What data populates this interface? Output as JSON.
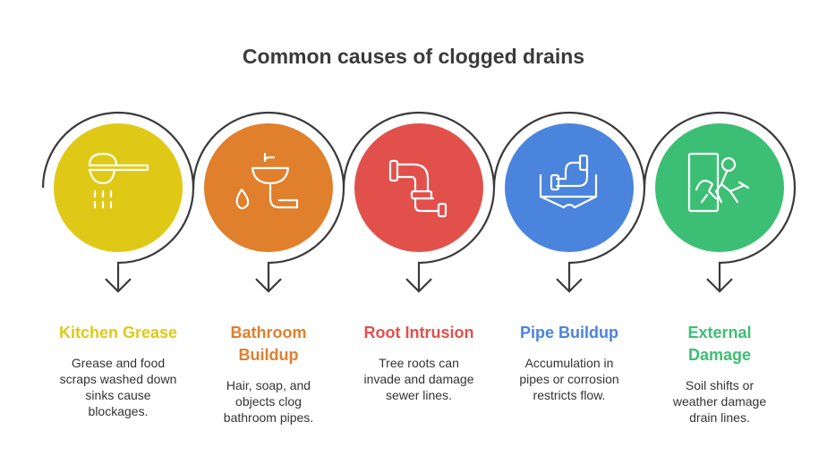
{
  "title": "Common causes of clogged drains",
  "steps": [
    {
      "heading": "Kitchen Grease",
      "desc": "Grease and food scraps washed down sinks cause blockages.",
      "color": "#dfc916",
      "icon": "measuring-cup-pouring-icon"
    },
    {
      "heading": "Bathroom Buildup",
      "desc": "Hair, soap, and objects clog bathroom pipes.",
      "color": "#e07f2c",
      "icon": "sink-drop-icon"
    },
    {
      "heading": "Root Intrusion",
      "desc": "Tree roots can invade and damage sewer lines.",
      "color": "#e2504c",
      "icon": "pipe-icon"
    },
    {
      "heading": "Pipe Buildup",
      "desc": "Accumulation in pipes or corrosion restricts flow.",
      "color": "#4a84dc",
      "icon": "clogged-pipe-icon"
    },
    {
      "heading": "External Damage",
      "desc": "Soil shifts or weather damage drain lines.",
      "color": "#3cbf74",
      "icon": "broken-pipe-icon"
    }
  ]
}
